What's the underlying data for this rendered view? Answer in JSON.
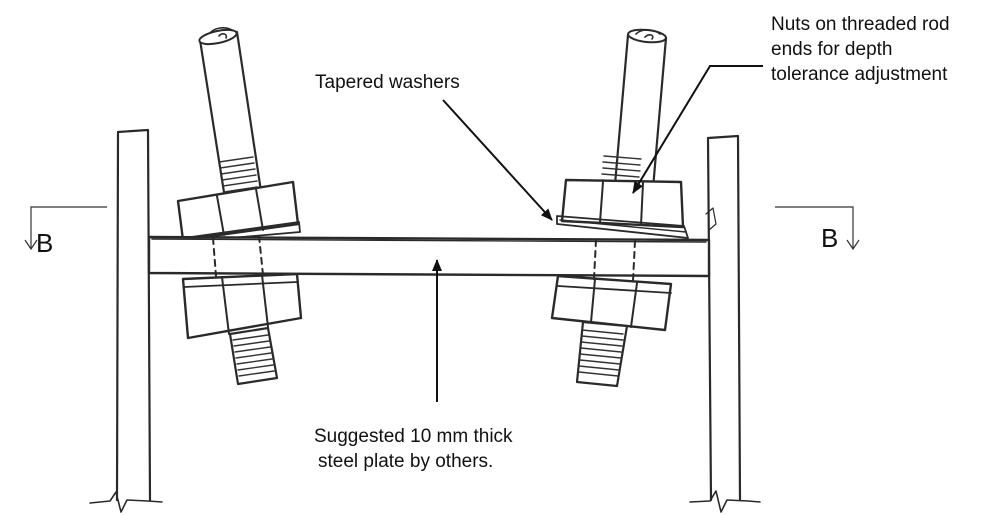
{
  "labels": {
    "tapered_washers": "Tapered washers",
    "nuts_line1": "Nuts on threaded rod",
    "nuts_line2": "ends for depth",
    "nuts_line3": "tolerance adjustment",
    "plate_line1": "Suggested 10 mm thick",
    "plate_line2": "steel plate by others.",
    "section_left": "B",
    "section_right": "B"
  },
  "colors": {
    "ink": "#2a2a2a",
    "background": "#ffffff"
  }
}
